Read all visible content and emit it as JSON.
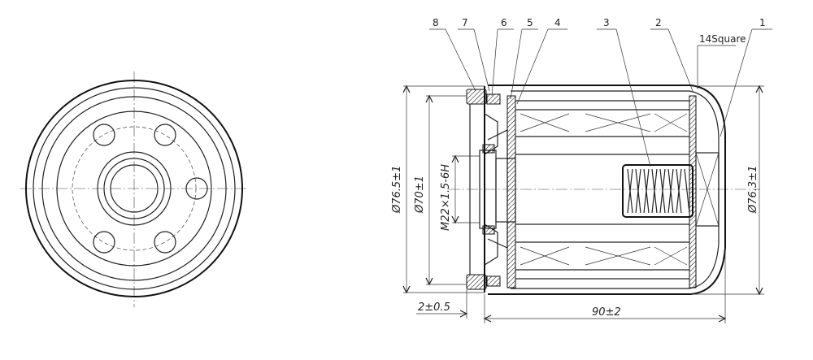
{
  "part_labels": [
    "8",
    "7",
    "6",
    "5",
    "4",
    "3",
    "2",
    "1"
  ],
  "square_note": "14Square",
  "dimensions": {
    "outer_diameter_left": "Ø76.5±1",
    "gasket_diameter": "Ø70±1",
    "thread": "M22×1.5-6H",
    "body_diameter_right": "Ø76.3±1",
    "gasket_thickness": "2±0.5",
    "overall_length": "90±2"
  },
  "colors": {
    "line": "#222222",
    "background": "#ffffff"
  }
}
